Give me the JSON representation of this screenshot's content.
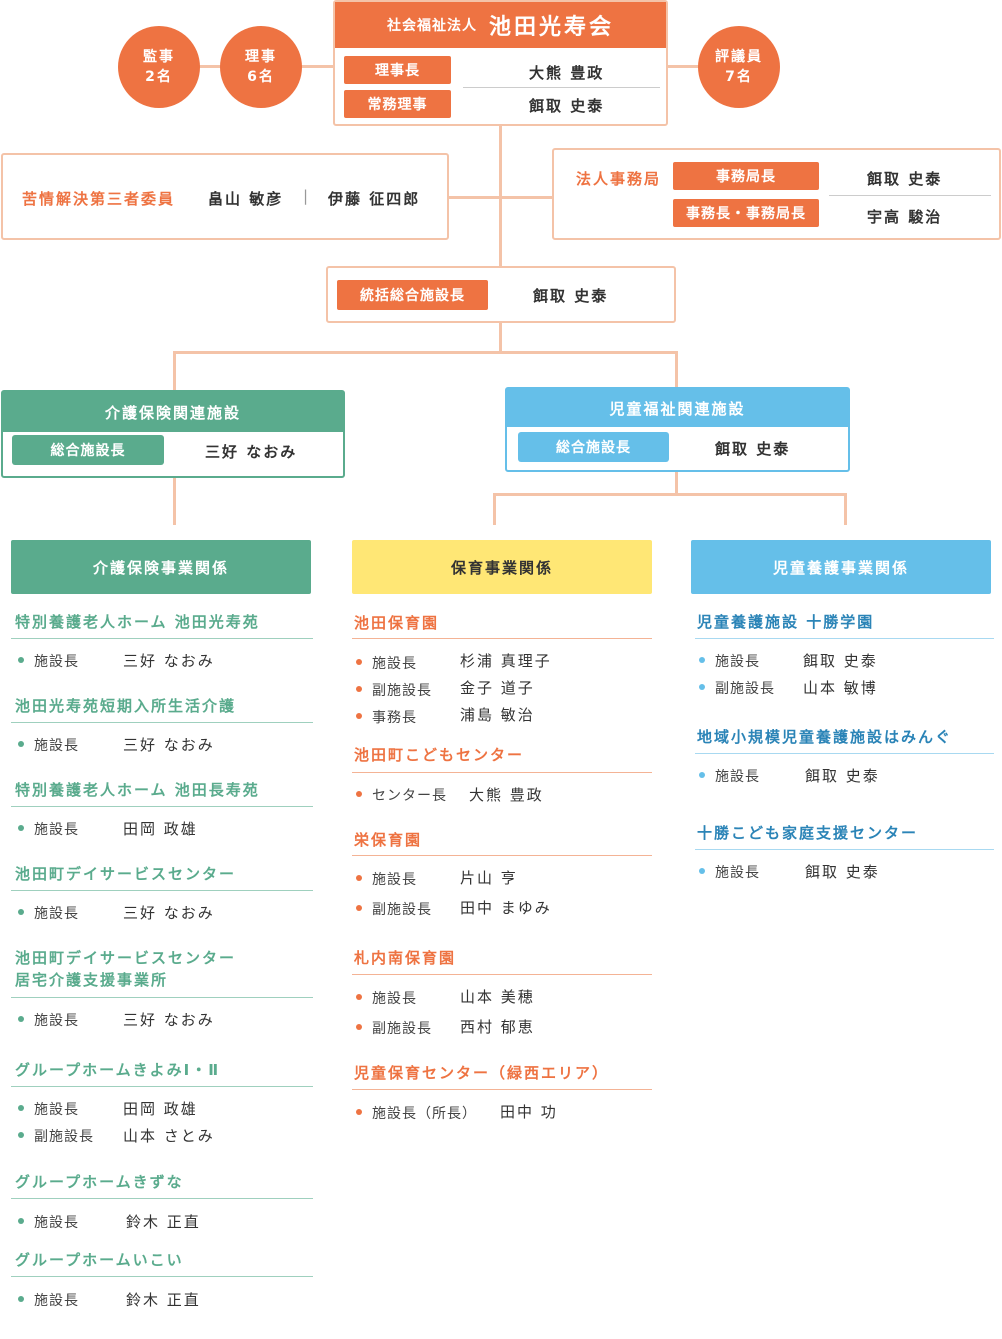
{
  "header": {
    "org_prefix": "社会福祉法人",
    "org_name": "池田光寿会",
    "roles": [
      {
        "label": "理事長",
        "name": "大熊 豊政"
      },
      {
        "label": "常務理事",
        "name": "餌取 史泰"
      }
    ]
  },
  "circles": {
    "auditors": {
      "line1": "監事",
      "line2": "2名"
    },
    "directors": {
      "line1": "理事",
      "line2": "6名"
    },
    "councilors": {
      "line1": "評議員",
      "line2": "7名"
    }
  },
  "complaints": {
    "label": "苦情解決第三者委員",
    "person1": "畠山 敏彦",
    "divider": "|",
    "person2": "伊藤 征四郎"
  },
  "office": {
    "label": "法人事務局",
    "roles": [
      {
        "label": "事務局長",
        "name": "餌取 史泰"
      },
      {
        "label": "事務長・事務局長",
        "name": "宇高 駿治"
      }
    ]
  },
  "general_director": {
    "label": "統括総合施設長",
    "name": "餌取 史泰"
  },
  "care_section": {
    "title": "介護保険関連施設",
    "role": "総合施設長",
    "name": "三好 なおみ"
  },
  "child_section": {
    "title": "児童福祉関連施設",
    "role": "総合施設長",
    "name": "餌取 史泰"
  },
  "columns": {
    "care": {
      "heading": "介護保険事業関係",
      "facilities": [
        {
          "title": "特別養護老人ホーム 池田光寿苑",
          "staff": [
            {
              "role": "施設長",
              "name": "三好 なおみ"
            }
          ]
        },
        {
          "title": "池田光寿苑短期入所生活介護",
          "staff": [
            {
              "role": "施設長",
              "name": "三好 なおみ"
            }
          ]
        },
        {
          "title": "特別養護老人ホーム 池田長寿苑",
          "staff": [
            {
              "role": "施設長",
              "name": "田岡 政雄"
            }
          ]
        },
        {
          "title": "池田町デイサービスセンター",
          "staff": [
            {
              "role": "施設長",
              "name": "三好 なおみ"
            }
          ]
        },
        {
          "title": "池田町デイサービスセンター",
          "title2": "居宅介護支援事業所",
          "staff": [
            {
              "role": "施設長",
              "name": "三好 なおみ"
            }
          ]
        },
        {
          "title": "グループホームきよみⅠ・Ⅱ",
          "staff": [
            {
              "role": "施設長",
              "name": "田岡 政雄"
            },
            {
              "role": "副施設長",
              "name": "山本 さとみ"
            }
          ]
        },
        {
          "title": "グループホームきずな",
          "staff": [
            {
              "role": "施設長",
              "name": "鈴木 正直"
            }
          ]
        },
        {
          "title": "グループホームいこい",
          "staff": [
            {
              "role": "施設長",
              "name": "鈴木 正直"
            }
          ]
        }
      ]
    },
    "nursery": {
      "heading": "保育事業関係",
      "facilities": [
        {
          "title": "池田保育園",
          "staff": [
            {
              "role": "施設長",
              "name": "杉浦 真理子"
            },
            {
              "role": "副施設長",
              "name": "金子 道子"
            },
            {
              "role": "事務長",
              "name": "浦島 敏治"
            }
          ]
        },
        {
          "title": "池田町こどもセンター",
          "staff": [
            {
              "role": "センター長",
              "name": "大熊 豊政"
            }
          ]
        },
        {
          "title": "栄保育園",
          "staff": [
            {
              "role": "施設長",
              "name": "片山 亨"
            },
            {
              "role": "副施設長",
              "name": "田中 まゆみ"
            }
          ]
        },
        {
          "title": "札内南保育園",
          "staff": [
            {
              "role": "施設長",
              "name": "山本 美穂"
            },
            {
              "role": "副施設長",
              "name": "西村 郁恵"
            }
          ]
        },
        {
          "title": "児童保育センター（緑西エリア）",
          "staff": [
            {
              "role": "施設長（所長）",
              "name": "田中 功"
            }
          ]
        }
      ]
    },
    "childcare": {
      "heading": "児童養護事業関係",
      "facilities": [
        {
          "title": "児童養護施設 十勝学園",
          "staff": [
            {
              "role": "施設長",
              "name": "餌取 史泰"
            },
            {
              "role": "副施設長",
              "name": "山本 敏博"
            }
          ]
        },
        {
          "title": "地域小規模児童養護施設はみんぐ",
          "staff": [
            {
              "role": "施設長",
              "name": "餌取 史泰"
            }
          ]
        },
        {
          "title": "十勝こども家庭支援センター",
          "staff": [
            {
              "role": "施設長",
              "name": "餌取 史泰"
            }
          ]
        }
      ]
    }
  }
}
